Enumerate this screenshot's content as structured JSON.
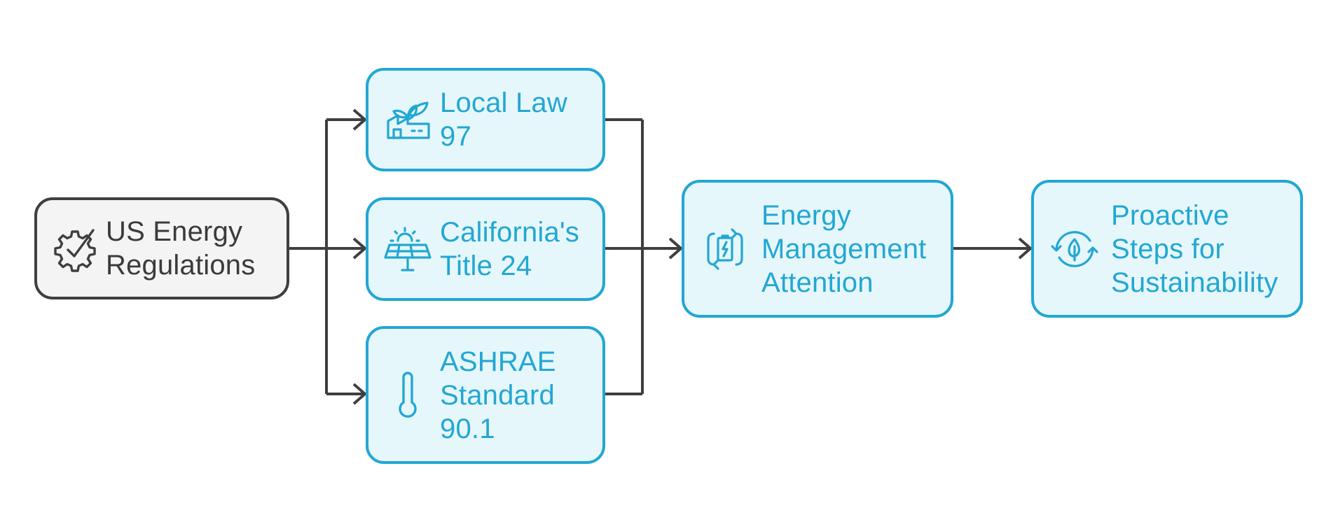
{
  "nodes": {
    "us_energy_regulations": {
      "label": "US Energy\nRegulations",
      "icon": "gear-check-icon"
    },
    "local_law_97": {
      "label": "Local Law\n97",
      "icon": "green-factory-icon"
    },
    "california_title_24": {
      "label": "California's\nTitle 24",
      "icon": "solar-panel-icon"
    },
    "ashrae_standard": {
      "label": "ASHRAE\nStandard\n90.1",
      "icon": "thermometer-icon"
    },
    "energy_management_attention": {
      "label": "Energy\nManagement\nAttention",
      "icon": "battery-recycle-icon"
    },
    "proactive_steps": {
      "label": "Proactive\nSteps for\nSustainability",
      "icon": "recycle-leaf-icon"
    }
  },
  "colors": {
    "accent": "#22a7d3",
    "accent_fill": "#e6f7fb",
    "neutral_border": "#3f3f3f",
    "neutral_fill": "#f4f4f4",
    "connector": "#3f3f3f"
  }
}
